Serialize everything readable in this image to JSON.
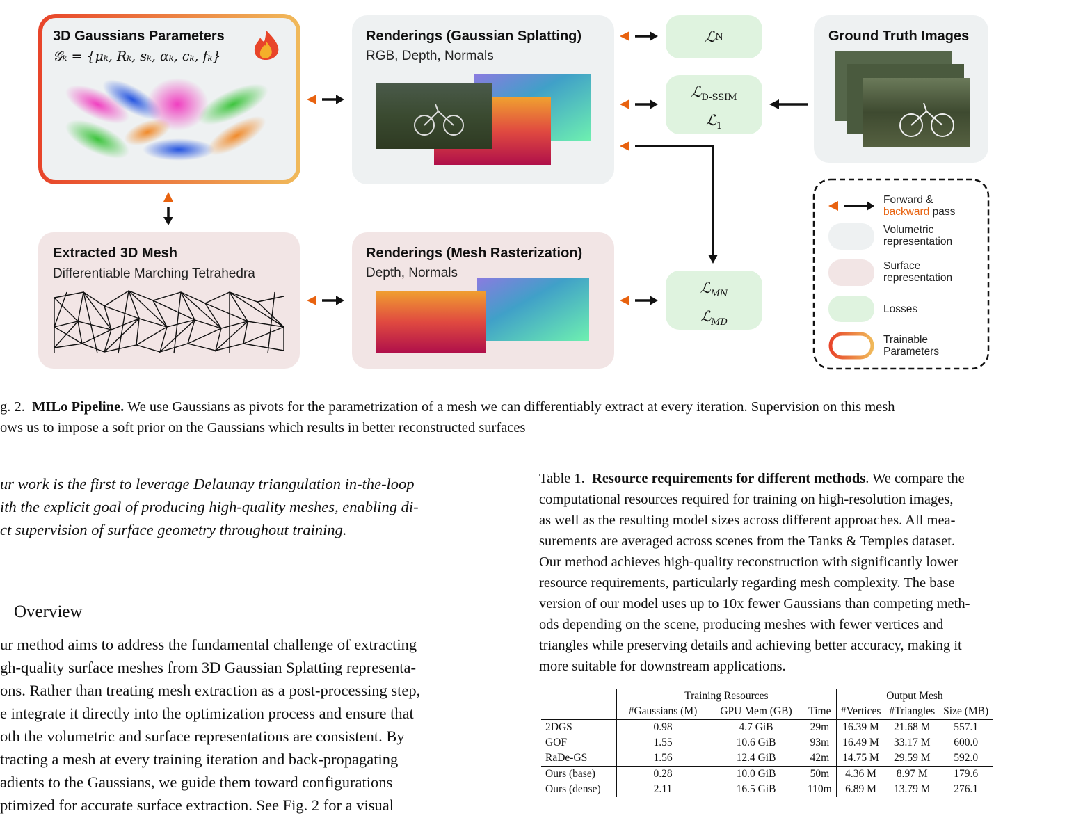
{
  "figure": {
    "gaussians_box": {
      "title": "3D Gaussians Parameters",
      "formula": "𝒢ₖ = {μₖ, Rₖ, sₖ, αₖ, cₖ, fₖ}",
      "fire_icon": "fire-icon"
    },
    "gs_render_box": {
      "title": "Renderings (Gaussian Splatting)",
      "subtitle": "RGB, Depth, Normals"
    },
    "mesh_box": {
      "title": "Extracted 3D Mesh",
      "subtitle": "Differentiable Marching Tetrahedra"
    },
    "mesh_render_box": {
      "title": "Renderings (Mesh Rasterization)",
      "subtitle": "Depth, Normals"
    },
    "gt_box": {
      "title": "Ground Truth Images"
    },
    "losses": {
      "ln": "ℒ",
      "ln_sub": "N",
      "dssim": "ℒ",
      "dssim_sub": "D-SSIM",
      "l1": "ℒ",
      "l1_sub": "1",
      "lmn": "ℒ",
      "lmn_sub": "MN",
      "lmd": "ℒ",
      "lmd_sub": "MD"
    },
    "legend": {
      "forward_1": "Forward &",
      "backward": "backward",
      "pass": " pass",
      "volumetric": "Volumetric\nrepresentation",
      "surface": "Surface\nrepresentation",
      "losses": "Losses",
      "trainable": "Trainable\nParameters"
    },
    "colors": {
      "accent_orange": "#e8620f",
      "volumetric": "#eef1f2",
      "surface": "#f2e5e5",
      "loss": "#dff3df",
      "trainable_start": "#e8452a",
      "trainable_end": "#f0b95a"
    }
  },
  "caption": {
    "prefix": "g. 2.",
    "bold": "MILo Pipeline.",
    "line1_rest": " We use Gaussians as pivots for the parametrization of a mesh we can differentiably extract at every iteration. Supervision on this mesh",
    "line2": "ows us to impose a soft prior on the Gaussians which results in better reconstructed surfaces"
  },
  "left_italic": [
    "ur work is the first to leverage Delaunay triangulation in-the-loop",
    "ith the explicit goal of producing high-quality meshes, enabling di-",
    "ct supervision of surface geometry throughout training."
  ],
  "section_heading": "Overview",
  "overview_lines": [
    "ur method aims to address the fundamental challenge of extracting",
    "gh-quality surface meshes from 3D Gaussian Splatting representa-",
    "ons. Rather than treating mesh extraction as a post-processing step,",
    "e integrate it directly into the optimization process and ensure that",
    "oth the volumetric and surface representations are consistent. By",
    "tracting a mesh at every training iteration and back-propagating",
    "adients to the Gaussians, we guide them toward configurations",
    "ptimized for accurate surface extraction. See Fig. 2 for a visual"
  ],
  "table_caption": {
    "prefix": "Table 1.",
    "bold": "Resource requirements for different methods",
    "lines": [
      "Table 1.  Resource requirements for different methods. We compare the",
      "computational resources required for training on high-resolution images,",
      "as well as the resulting model sizes across different approaches. All mea-",
      "surements are averaged across scenes from the Tanks & Temples dataset.",
      "Our method achieves high-quality reconstruction with significantly lower",
      "resource requirements, particularly regarding mesh complexity. The base",
      "version of our model uses up to 10x fewer Gaussians than competing meth-",
      "ods depending on the scene, producing meshes with fewer vertices and",
      "triangles while preserving details and achieving better accuracy, making it",
      "more suitable for downstream applications."
    ]
  },
  "table": {
    "group_headers": [
      "Training Resources",
      "Output Mesh"
    ],
    "columns": [
      "#Gaussians (M)",
      "GPU Mem (GB)",
      "Time",
      "#Vertices",
      "#Triangles",
      "Size (MB)"
    ],
    "rows": [
      [
        "2DGS",
        "0.98",
        "4.7 GiB",
        "29m",
        "16.39 M",
        "21.68 M",
        "557.1"
      ],
      [
        "GOF",
        "1.55",
        "10.6 GiB",
        "93m",
        "16.49 M",
        "33.17 M",
        "600.0"
      ],
      [
        "RaDe-GS",
        "1.56",
        "12.4 GiB",
        "42m",
        "14.75 M",
        "29.59 M",
        "592.0"
      ],
      [
        "Ours (base)",
        "0.28",
        "10.0 GiB",
        "50m",
        "4.36 M",
        "8.97 M",
        "179.6"
      ],
      [
        "Ours (dense)",
        "2.11",
        "16.5 GiB",
        "110m",
        "6.89 M",
        "13.79 M",
        "276.1"
      ]
    ]
  }
}
